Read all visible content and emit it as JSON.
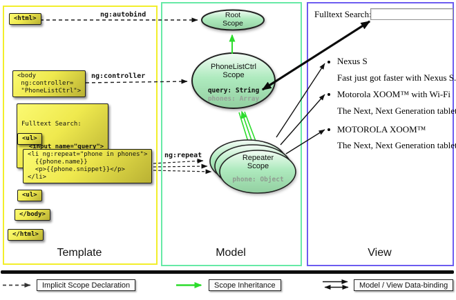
{
  "panels": {
    "template_title": "Template",
    "model_title": "Model",
    "view_title": "View"
  },
  "template": {
    "html_open": "<html>",
    "body_open": "<body\n ng:controller=\n \"PhoneListCtrl\">",
    "fulltext_label": "Fulltext Search:",
    "fulltext_input": "  <input name=\"query\">",
    "ul_open": "<ul>",
    "li_repeat": "<li ng:repeat=\"phone in phones\">\n  {{phone.name}}\n  <p>{{phone.snippet}}</p>\n</li>",
    "ul_close": "<ul>",
    "body_close": "</body>",
    "html_close": "</html>"
  },
  "model": {
    "root_scope": "Root\nScope",
    "phonelist_scope": "PhoneListCtrl\nScope",
    "phonelist_prop_query": "query: String",
    "phonelist_prop_phones": "phones: Array",
    "repeater_scope": "Repeater\nScope",
    "repeater_prop": "phone: Object"
  },
  "labels": {
    "autobind": "ng:autobind",
    "controller": "ng:controller",
    "repeat": "ng:repeat"
  },
  "view": {
    "search_label": "Fulltext Search:",
    "search_value": "",
    "items": [
      {
        "name": "Nexus S",
        "snippet": "Fast just got faster with Nexus S."
      },
      {
        "name": "Motorola XOOM™  with Wi-Fi",
        "snippet": "The Next, Next Generation tablet."
      },
      {
        "name": "MOTOROLA XOOM™",
        "snippet": "The Next, Next Generation tablet."
      }
    ]
  },
  "legend": {
    "implicit": "Implicit Scope Declaration",
    "inheritance": "Scope Inheritance",
    "binding": "Model / View Data-binding"
  },
  "colors": {
    "template_border": "#f2ee2a",
    "model_border": "#66e9a6",
    "view_border": "#6c5cf0",
    "scope_green_arrow": "#2cdc2c",
    "code_box_yellow": "#efe94e",
    "ellipse_green": "#aeeabe"
  }
}
